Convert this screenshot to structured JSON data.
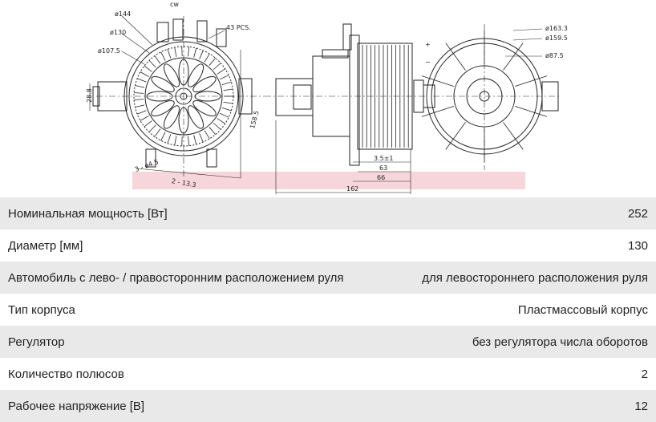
{
  "drawing": {
    "front_labels": {
      "d144": "ø144",
      "d130": "ø130",
      "d107": "ø107.5",
      "pcs": "43 PCS.",
      "h28": "28.8",
      "r158": "158.5",
      "holes": "3 - ø4.5",
      "r2": "2 - 13.3",
      "dir": "cw"
    },
    "side_labels": {
      "d3": "3.5±1",
      "d63": "63",
      "d66": "66",
      "d162": "162"
    },
    "back_labels": {
      "d163": "ø163.3",
      "d159": "ø159.5",
      "d87": "ø87.5",
      "plus": "+",
      "minus": "−"
    }
  },
  "specs": [
    {
      "label": "Номинальная мощность [Вт]",
      "value": "252"
    },
    {
      "label": "Диаметр [мм]",
      "value": "130"
    },
    {
      "label": "Автомобиль с лево- / правосторонним расположением руля",
      "value": "для левостороннего расположения руля"
    },
    {
      "label": "Тип корпуса",
      "value": "Пластмассовый корпус"
    },
    {
      "label": "Регулятор",
      "value": "без регулятора числа оборотов"
    },
    {
      "label": "Количество полюсов",
      "value": "2"
    },
    {
      "label": "Рабочее напряжение [В]",
      "value": "12"
    }
  ]
}
